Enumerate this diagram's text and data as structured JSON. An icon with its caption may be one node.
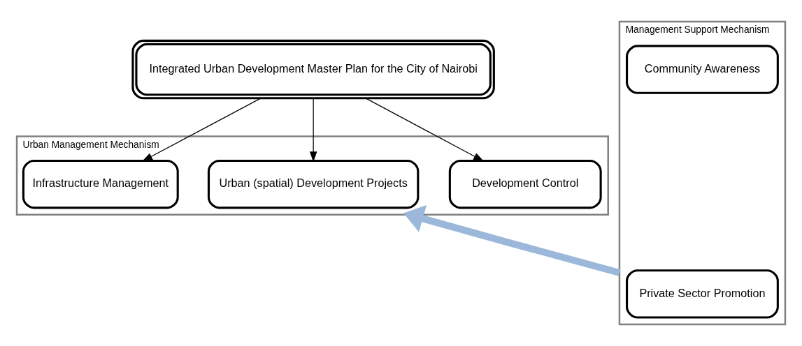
{
  "diagram": {
    "nodes": [
      {
        "text": [
          "Integrated Urban Development Master Plan for the City of Nairobi"
        ]
      },
      {
        "text": [
          "Urban Management Mechanism"
        ]
      },
      {
        "text": [
          "Development Control"
        ],
        "in": 1
      },
      {
        "text": [
          "Urban (spatial) Development Projects"
        ],
        "in": 1
      },
      {
        "text": [
          "Infrastructure Management"
        ],
        "in": 1
      },
      {
        "text": [
          "Management Support Mechanism"
        ]
      },
      {
        "text": [
          "Community Awareness"
        ],
        "in": 5
      },
      {
        "text": [
          "Private Sector Promotion"
        ],
        "in": 5
      }
    ],
    "edges": [
      {
        "from": 0,
        "to": 2,
        "arrow": "to"
      },
      {
        "from": 0,
        "to": 3,
        "arrow": "to"
      },
      {
        "from": 0,
        "to": 4,
        "arrow": "to"
      },
      {
        "from": 5,
        "to": 1,
        "arrow": "to",
        "style": "thick",
        "color": "#9bb7d9"
      }
    ]
  }
}
